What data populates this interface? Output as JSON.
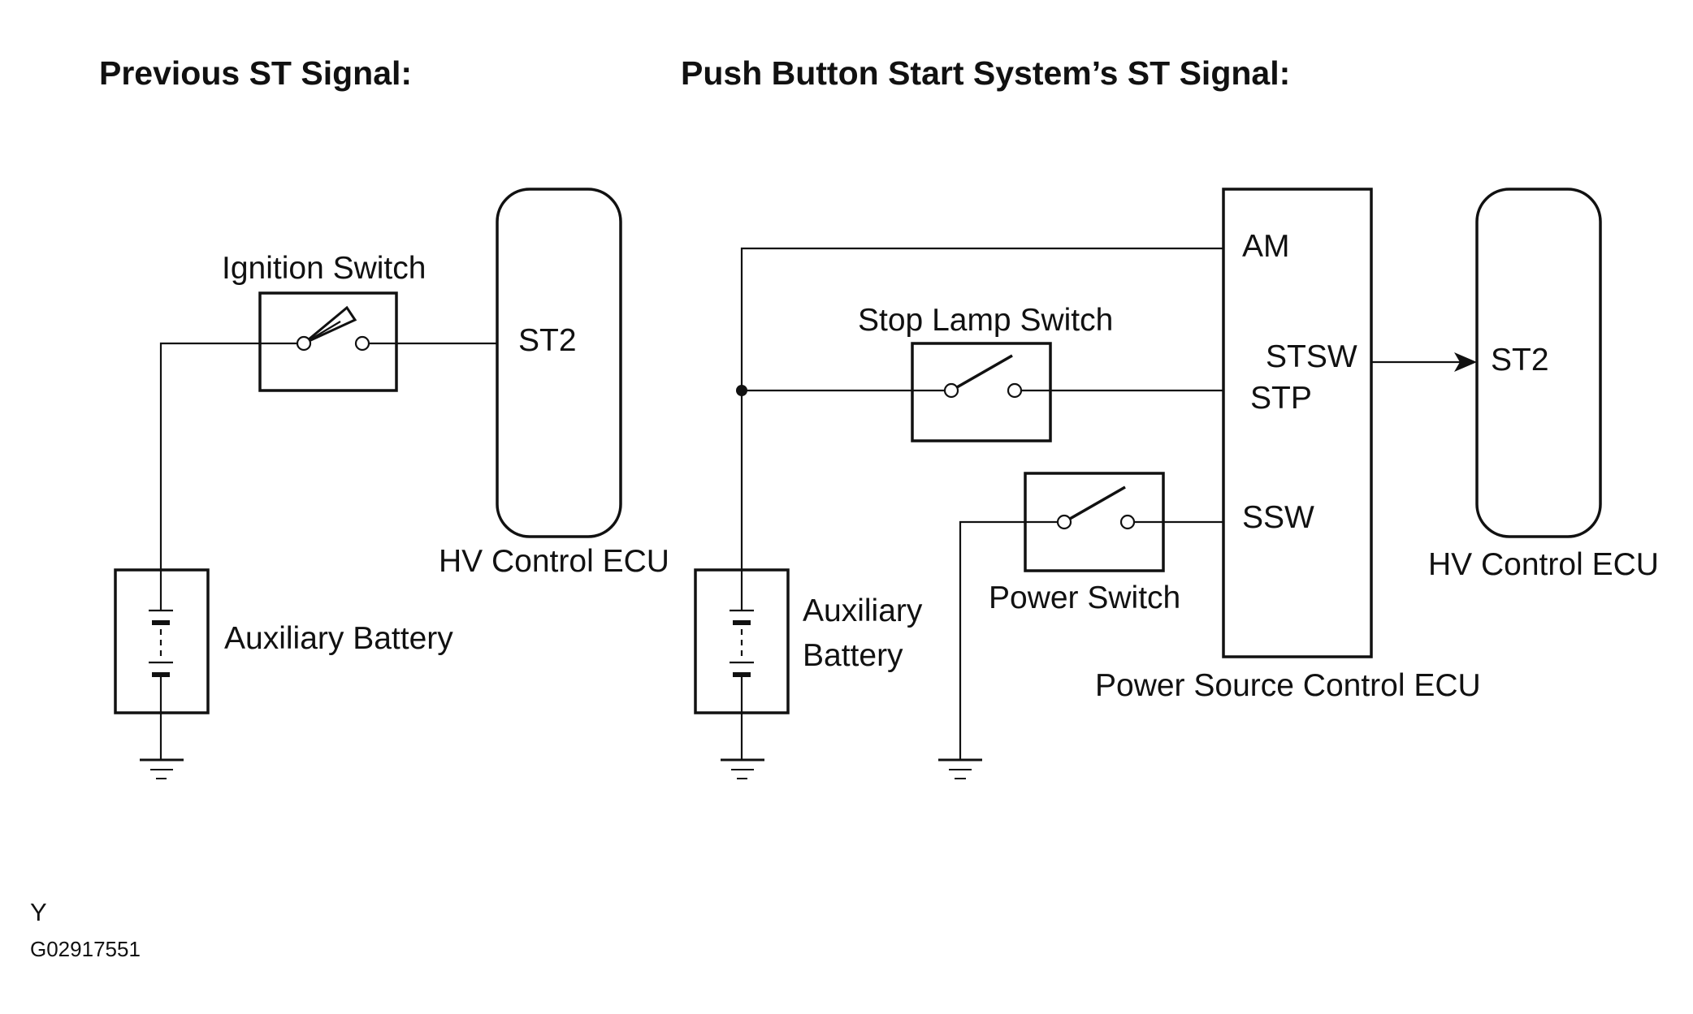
{
  "headings": {
    "previous": "Previous ST Signal:",
    "push_button": "Push Button Start System’s ST Signal:"
  },
  "left_circuit": {
    "ignition_switch": "Ignition Switch",
    "ecu_terminal": "ST2",
    "ecu_name": "HV Control ECU",
    "battery": "Auxiliary Battery"
  },
  "right_circuit": {
    "stop_lamp_switch": "Stop Lamp Switch",
    "power_switch": "Power Switch",
    "battery_line1": "Auxiliary",
    "battery_line2": "Battery",
    "power_ecu_name": "Power Source Control ECU",
    "terminals": {
      "am": "AM",
      "stsw": "STSW",
      "stp": "STP",
      "ssw": "SSW"
    },
    "hv_ecu_terminal": "ST2",
    "hv_ecu_name": "HV Control ECU"
  },
  "footer": {
    "view_code": "Y",
    "figure_id": "G02917551"
  }
}
